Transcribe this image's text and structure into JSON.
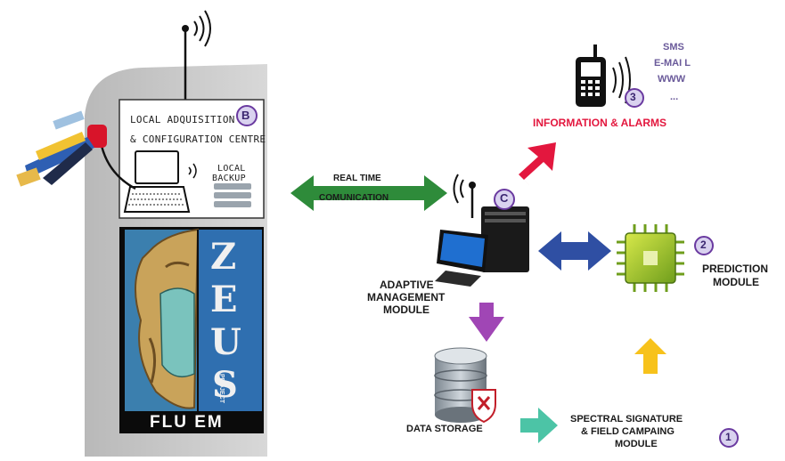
{
  "panel": {
    "title_line1": "LOCAL ADQUISITION",
    "title_line2": "& CONFIGURATION CENTRE",
    "badge": "B",
    "backup_line1": "LOCAL",
    "backup_line2": "BACKUP"
  },
  "poster": {
    "z": "Z",
    "e": "E",
    "u": "U",
    "s": "S",
    "project": "PROJECT",
    "footer": "FLU EM"
  },
  "comm": {
    "line1": "REAL TIME",
    "line2": "COMUNICATION",
    "badge": "C"
  },
  "adaptive": {
    "line1": "ADAPTIVE",
    "line2": "MANAGEMENT",
    "line3": "MODULE"
  },
  "info": {
    "sms": "SMS",
    "email": "E-MAI L",
    "www": "WWW",
    "more": "...",
    "badge": "3",
    "title": "INFORMATION & ALARMS"
  },
  "prediction": {
    "badge": "2",
    "line1": "PREDICTION",
    "line2": "MODULE"
  },
  "storage": {
    "label": "DATA STORAGE"
  },
  "spectral": {
    "line1": "SPECTRAL SIGNATURE",
    "line2": "& FIELD CAMPAING",
    "line3": "MODULE",
    "badge": "1"
  },
  "colors": {
    "accent_red": "#e3173e",
    "badge_purple": "#6a3aa0",
    "arrow_green": "#2e8b3a",
    "arrow_blue": "#2f4fa3",
    "arrow_purple": "#a046b5",
    "arrow_teal": "#4cc4a6",
    "arrow_yellow": "#f7c21b",
    "poster_blue": "#2f6fb0"
  }
}
